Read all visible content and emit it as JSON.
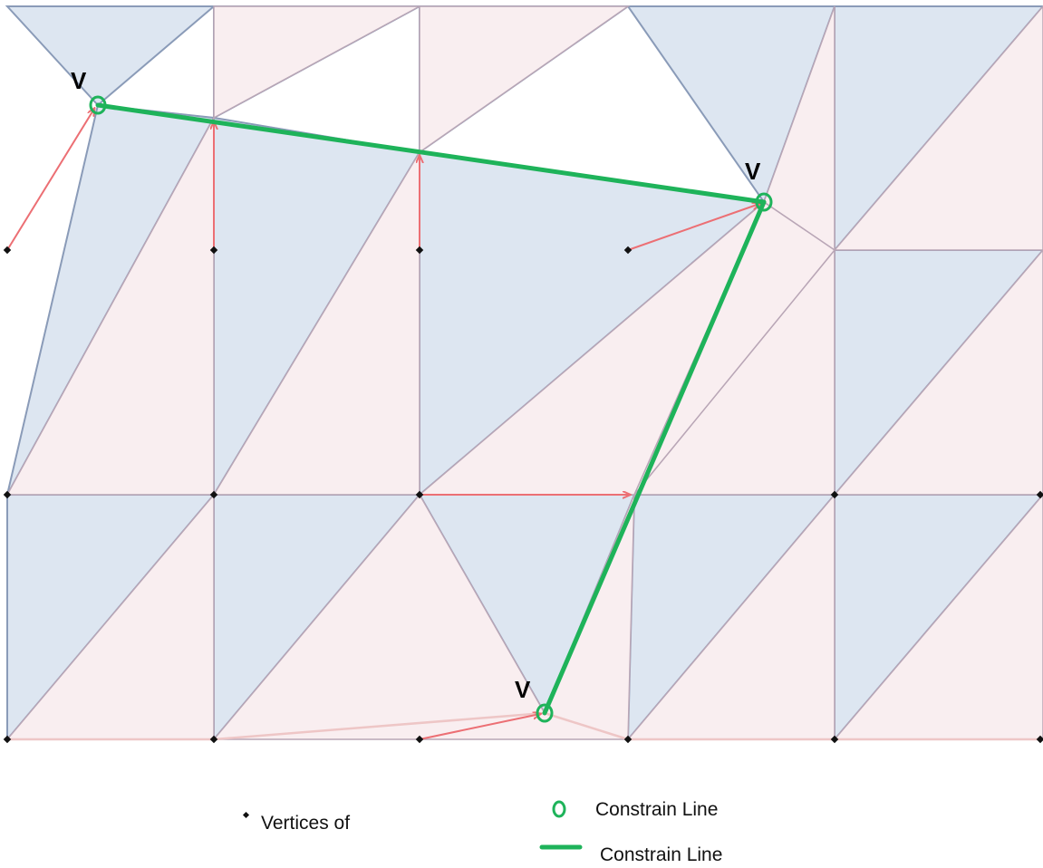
{
  "vertex_labels": [
    "V",
    "V",
    "V"
  ],
  "legend": {
    "vertices_label": "Vertices of",
    "constraint_vertex_label": "Constrain Line",
    "constraint_line_label": "Constrain Line"
  },
  "colors": {
    "triangle_blue": "#dde6f1",
    "triangle_pink": "#f9eef0",
    "edge": "#8f9ab9",
    "arrow": "#ec6f74",
    "constraint": "#1eb35a",
    "vertex": "#111111"
  }
}
